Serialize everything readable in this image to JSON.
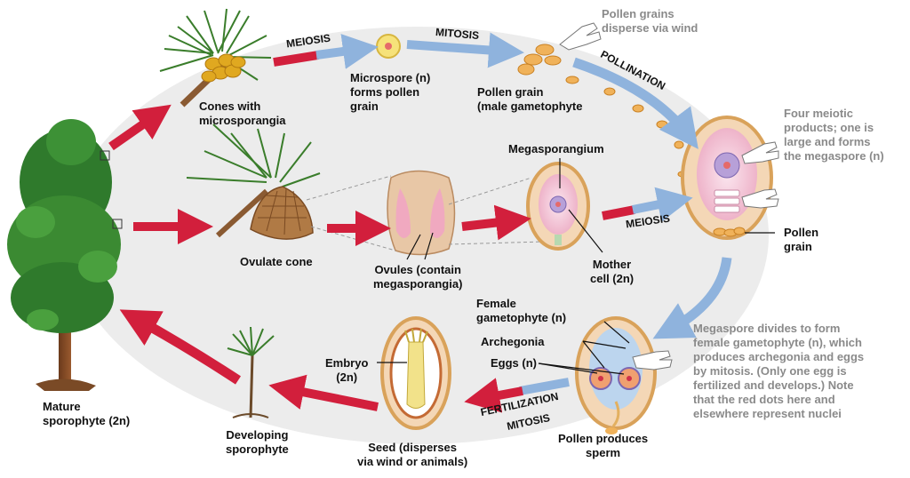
{
  "processes": {
    "meiosis_top": "MEIOSIS",
    "mitosis_top": "MITOSIS",
    "pollination": "POLLINATION",
    "meiosis_mid": "MEIOSIS",
    "fertilization": "FERTILIZATION",
    "mitosis_bottom": "MITOSIS"
  },
  "labels": {
    "cones_microsporangia": [
      "Cones with",
      "microsporangia"
    ],
    "microspore": [
      "Microspore (n)",
      "forms pollen",
      "grain"
    ],
    "pollen_grain_male": [
      "Pollen grain",
      "(male gametophyte"
    ],
    "pollen_disperse": [
      "Pollen grains",
      "disperse via wind"
    ],
    "four_meiotic": [
      "Four meiotic",
      "products; one is",
      "large and forms",
      "the megaspore (n)"
    ],
    "megasporangium": "Megasporangium",
    "ovulate_cone": "Ovulate cone",
    "ovules": [
      "Ovules (contain",
      "megasporangia)"
    ],
    "mother_cell": [
      "Mother",
      "cell (2n)"
    ],
    "pollen_grain": [
      "Pollen",
      "grain"
    ],
    "female_gametophyte": [
      "Female",
      "gametophyte (n)"
    ],
    "archegonia": "Archegonia",
    "eggs": "Eggs (n)",
    "megaspore_divides": [
      "Megaspore divides to form",
      "female gametophyte (n), which",
      "produces archegonia and eggs",
      "by mitosis. (Only one egg is",
      "fertilized and develops.) Note",
      "that the red dots here and",
      "elsewhere represent nuclei"
    ],
    "embryo": [
      "Embryo",
      "(2n)"
    ],
    "seed": [
      "Seed (disperses",
      "via wind or animals)"
    ],
    "pollen_sperm": [
      "Pollen produces",
      "sperm"
    ],
    "developing_sporophyte": [
      "Developing",
      "sporophyte"
    ],
    "mature_sporophyte": [
      "Mature",
      "sporophyte (2n)"
    ]
  },
  "colors": {
    "haploid_arrow": "#8fb3dd",
    "diploid_arrow": "#d21f3c",
    "cycle_bg": "#ececec",
    "ovule_wall": "#d9a25a",
    "ovule_fill": "#f4d7b6",
    "megasporangium_fill": "#f5c3d6",
    "nucleus": "#e56a6a"
  }
}
